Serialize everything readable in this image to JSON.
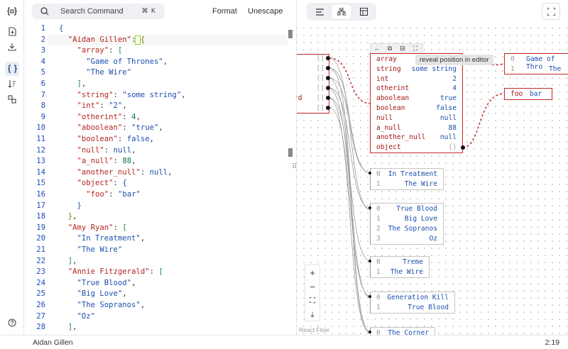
{
  "topbar": {
    "search_placeholder": "Search Command",
    "shortcut": "⌘ K",
    "format_label": "Format",
    "unescape_label": "Unescape"
  },
  "sidebar": {
    "icons": [
      "app-logo-icon",
      "import-icon",
      "download-icon",
      "json-braces-icon",
      "sort-icon",
      "compare-icon",
      "help-icon",
      "expand-icon"
    ],
    "expand_glyph": "›"
  },
  "editor": {
    "lines": [
      {
        "n": "1",
        "html": "<span class=\"s\">{</span>"
      },
      {
        "n": "2",
        "html": "  <span class=\"k\">\"Aidan Gillen\"</span><span class=\"p\">: </span><span class=\"y\">{</span>"
      },
      {
        "n": "3",
        "html": "    <span class=\"k\">\"array\"</span><span class=\"p\">: </span><span class=\"g\">[</span>"
      },
      {
        "n": "4",
        "html": "      <span class=\"s\">\"Game of Thrones\"</span><span class=\"p\">,</span>"
      },
      {
        "n": "5",
        "html": "      <span class=\"s\">\"The Wire\"</span>"
      },
      {
        "n": "6",
        "html": "    <span class=\"g\">]</span><span class=\"p\">,</span>"
      },
      {
        "n": "7",
        "html": "    <span class=\"k\">\"string\"</span><span class=\"p\">: </span><span class=\"s\">\"some string\"</span><span class=\"p\">,</span>"
      },
      {
        "n": "8",
        "html": "    <span class=\"k\">\"int\"</span><span class=\"p\">: </span><span class=\"s\">\"2\"</span><span class=\"p\">,</span>"
      },
      {
        "n": "9",
        "html": "    <span class=\"k\">\"otherint\"</span><span class=\"p\">: </span><span class=\"n\">4</span><span class=\"p\">,</span>"
      },
      {
        "n": "10",
        "html": "    <span class=\"k\">\"aboolean\"</span><span class=\"p\">: </span><span class=\"s\">\"true\"</span><span class=\"p\">,</span>"
      },
      {
        "n": "11",
        "html": "    <span class=\"k\">\"boolean\"</span><span class=\"p\">: </span><span class=\"s\">false</span><span class=\"p\">,</span>"
      },
      {
        "n": "12",
        "html": "    <span class=\"k\">\"null\"</span><span class=\"p\">: </span><span class=\"s\">null</span><span class=\"p\">,</span>"
      },
      {
        "n": "13",
        "html": "    <span class=\"k\">\"a_null\"</span><span class=\"p\">: </span><span class=\"n\">88</span><span class=\"p\">,</span>"
      },
      {
        "n": "14",
        "html": "    <span class=\"k\">\"another_null\"</span><span class=\"p\">: </span><span class=\"s\">null</span><span class=\"p\">,</span>"
      },
      {
        "n": "15",
        "html": "    <span class=\"k\">\"object\"</span><span class=\"p\">: </span><span class=\"s\">{</span>"
      },
      {
        "n": "16",
        "html": "      <span class=\"k\">\"foo\"</span><span class=\"p\">: </span><span class=\"s\">\"bar\"</span>"
      },
      {
        "n": "17",
        "html": "    <span class=\"s\">}</span>"
      },
      {
        "n": "18",
        "html": "  <span class=\"y\">}</span><span class=\"p\">,</span>"
      },
      {
        "n": "19",
        "html": "  <span class=\"k\">\"Amy Ryan\"</span><span class=\"p\">: </span><span class=\"g\">[</span>"
      },
      {
        "n": "20",
        "html": "    <span class=\"s\">\"In Treatment\"</span><span class=\"p\">,</span>"
      },
      {
        "n": "21",
        "html": "    <span class=\"s\">\"The Wire\"</span>"
      },
      {
        "n": "22",
        "html": "  <span class=\"g\">]</span><span class=\"p\">,</span>"
      },
      {
        "n": "23",
        "html": "  <span class=\"k\">\"Annie Fitzgerald\"</span><span class=\"p\">: </span><span class=\"g\">[</span>"
      },
      {
        "n": "24",
        "html": "    <span class=\"s\">\"True Blood\"</span><span class=\"p\">,</span>"
      },
      {
        "n": "25",
        "html": "    <span class=\"s\">\"Big Love\"</span><span class=\"p\">,</span>"
      },
      {
        "n": "26",
        "html": "    <span class=\"s\">\"The Sopranos\"</span><span class=\"p\">,</span>"
      },
      {
        "n": "27",
        "html": "    <span class=\"s\">\"Oz\"</span>"
      },
      {
        "n": "28",
        "html": "  <span class=\"g\">]</span><span class=\"p\">,</span>"
      }
    ]
  },
  "graph": {
    "left_partial_label": "rd",
    "left_brackets": [
      "[]",
      "[]",
      "[]",
      "[]",
      "[]",
      "[]"
    ],
    "object_node": {
      "rows": [
        {
          "k": "array",
          "v": ""
        },
        {
          "k": "string",
          "v": "some string"
        },
        {
          "k": "int",
          "v": "2"
        },
        {
          "k": "otherint",
          "v": "4"
        },
        {
          "k": "aboolean",
          "v": "true"
        },
        {
          "k": "boolean",
          "v": "false"
        },
        {
          "k": "null",
          "v": "null"
        },
        {
          "k": "a_null",
          "v": "88"
        },
        {
          "k": "another_null",
          "v": "null"
        },
        {
          "k": "object",
          "v": "{}"
        }
      ]
    },
    "tooltip": "reveal position in editor",
    "node_tools": [
      "←",
      "⧉",
      "⊟",
      "⛶"
    ],
    "array_node": {
      "rows": [
        {
          "i": "0",
          "v": "Game of Thro"
        },
        {
          "i": "1",
          "v": "The"
        }
      ]
    },
    "foo_node": {
      "k": "foo",
      "v": "bar"
    },
    "lists": [
      {
        "rows": [
          {
            "i": "0",
            "v": "In Treatment"
          },
          {
            "i": "1",
            "v": "The Wire"
          }
        ]
      },
      {
        "rows": [
          {
            "i": "0",
            "v": "True Blood"
          },
          {
            "i": "1",
            "v": "Big Love"
          },
          {
            "i": "2",
            "v": "The Sopranos"
          },
          {
            "i": "3",
            "v": "Oz"
          }
        ]
      },
      {
        "rows": [
          {
            "i": "0",
            "v": "Treme"
          },
          {
            "i": "1",
            "v": "The Wire"
          }
        ]
      },
      {
        "rows": [
          {
            "i": "0",
            "v": "Generation Kill"
          },
          {
            "i": "1",
            "v": "True Blood"
          }
        ]
      },
      {
        "rows": [
          {
            "i": "0",
            "v": "The Corner"
          }
        ]
      }
    ],
    "zoom": [
      "+",
      "−",
      "⛶",
      "⤓"
    ],
    "attribution": "React Flow"
  },
  "status": {
    "path": "Aidan Gillen",
    "position": "2:19"
  }
}
